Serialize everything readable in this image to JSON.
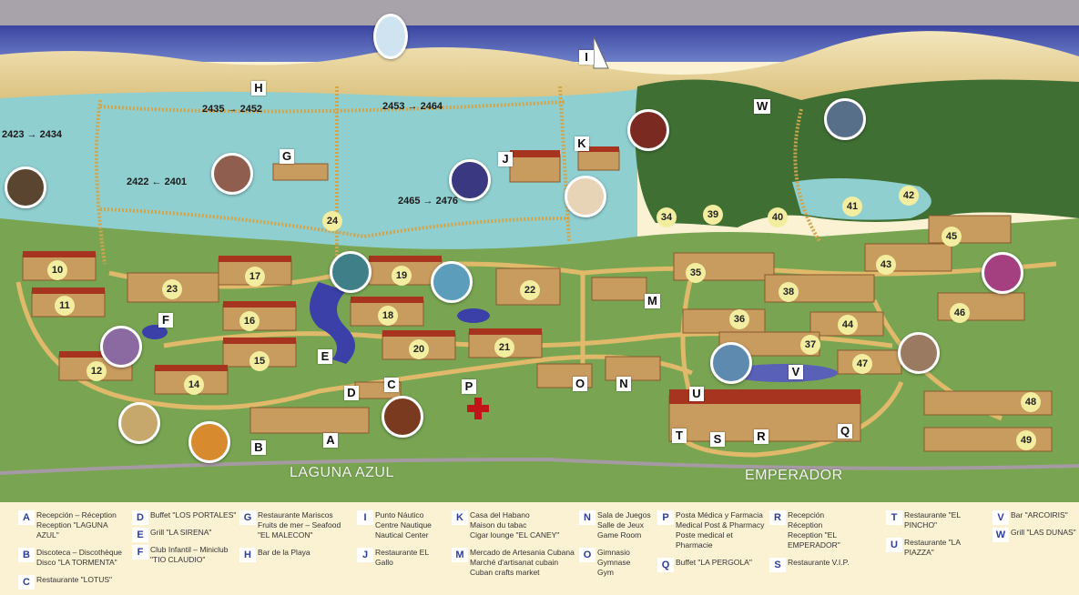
{
  "map": {
    "area_names": {
      "laguna_azul": "LAGUNA AZUL",
      "emperador": "EMPERADOR"
    },
    "colors": {
      "sky": "#a8a2ab",
      "ocean": "#3949a3",
      "sand": "#e8d39a",
      "lagoon": "#8fcfd0",
      "grass": "#79a552",
      "mangrove": "#3f6f33",
      "path": "#e0b96a",
      "roof": "#a7341e",
      "legend_bg": "#fbf1d3",
      "legend_letter": "#2b3d98"
    },
    "room_ranges": [
      {
        "id": "r1",
        "text": "2423 → 2434"
      },
      {
        "id": "r2",
        "text": "2435 → 2452"
      },
      {
        "id": "r3",
        "text": "2453 → 2464"
      },
      {
        "id": "r4",
        "text": "2422 ← 2401"
      },
      {
        "id": "r5",
        "text": "2465 → 2476"
      }
    ],
    "point_labels": [
      "A",
      "B",
      "C",
      "D",
      "E",
      "F",
      "G",
      "H",
      "I",
      "J",
      "K",
      "M",
      "N",
      "O",
      "P",
      "Q",
      "R",
      "S",
      "T",
      "U",
      "V",
      "W"
    ],
    "building_numbers": [
      "10",
      "11",
      "12",
      "14",
      "15",
      "16",
      "17",
      "18",
      "19",
      "20",
      "21",
      "22",
      "23",
      "24",
      "34",
      "35",
      "36",
      "37",
      "38",
      "39",
      "40",
      "41",
      "42",
      "43",
      "44",
      "45",
      "46",
      "47",
      "48",
      "49"
    ]
  },
  "legend": {
    "columns": [
      [
        {
          "letter": "A",
          "text": "Recepción – Réception\nReception  \"LAGUNA AZUL\""
        },
        {
          "letter": "B",
          "text": "Discoteca – Discothèque\nDisco \"LA TORMENTA\""
        },
        {
          "letter": "C",
          "text": "Restaurante \"LOTUS\""
        }
      ],
      [
        {
          "letter": "D",
          "text": "Buffet \"LOS PORTALES\""
        },
        {
          "letter": "E",
          "text": "Grill \"LA SIRENA\""
        },
        {
          "letter": "F",
          "text": "Club Infantil – Miniclub\n\"TIO CLAUDIO\""
        }
      ],
      [
        {
          "letter": "G",
          "text": "Restaurante Mariscos\nFruits de mer – Seafood\n\"EL MALECON\""
        },
        {
          "letter": "H",
          "text": "Bar de la Playa"
        }
      ],
      [
        {
          "letter": "I",
          "text": "Punto Náutico\nCentre Nautique\nNautical Center"
        },
        {
          "letter": "J",
          "text": "Restaurante EL Gallo"
        }
      ],
      [
        {
          "letter": "K",
          "text": "Casa del Habano\nMaison du tabac\nCigar lounge \"EL CANEY\""
        },
        {
          "letter": "M",
          "text": "Mercado de Artesania Cubana\nMarché d'artisanat cubain\nCuban crafts market"
        }
      ],
      [
        {
          "letter": "N",
          "text": "Sala de Juegos\nSalle de Jeux\nGame Room"
        },
        {
          "letter": "O",
          "text": "Gimnasio\nGymnase\nGym"
        }
      ],
      [
        {
          "letter": "P",
          "text": "Posta Médica y Farmacia\nMedical Post & Pharmacy\nPoste medical et Pharmacie"
        },
        {
          "letter": "Q",
          "text": "Buffet \"LA PERGOLA\""
        }
      ],
      [
        {
          "letter": "R",
          "text": "Recepción\nRéception\nReception \"EL EMPERADOR\""
        },
        {
          "letter": "S",
          "text": "Restaurante V.I.P."
        }
      ],
      [
        {
          "letter": "T",
          "text": "Restaurante \"EL PINCHO\""
        },
        {
          "letter": "U",
          "text": "Restaurante \"LA PIAZZA\""
        }
      ],
      [
        {
          "letter": "V",
          "text": "Bar \"ARCOIRIS\""
        },
        {
          "letter": "W",
          "text": "Grill \"LAS DUNAS\""
        }
      ]
    ]
  }
}
